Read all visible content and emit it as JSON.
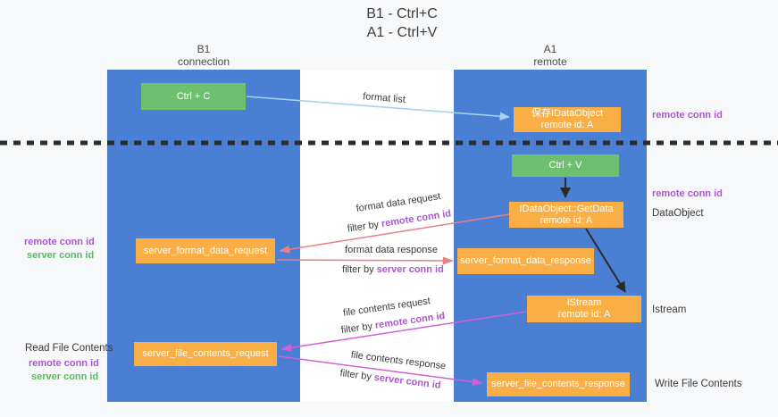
{
  "title": {
    "line1": "B1 - Ctrl+C",
    "line2": "A1 - Ctrl+V"
  },
  "columns": {
    "left": {
      "name": "B1",
      "sub": "connection"
    },
    "right": {
      "name": "A1",
      "sub": "remote"
    }
  },
  "nodes": {
    "ctrl_c": {
      "label": "Ctrl + C"
    },
    "ctrl_v": {
      "label": "Ctrl + V"
    },
    "save_dataobject": {
      "line1": "保存IDataObject",
      "line2": "remote id: A"
    },
    "getdata": {
      "line1": "IDataObject::GetData",
      "line2": "remote id: A"
    },
    "istream": {
      "line1": "IStream",
      "line2": "remote id: A"
    },
    "format_request": {
      "label": "server_format_data_request"
    },
    "format_response": {
      "label": "server_format_data_response"
    },
    "file_request": {
      "label": "server_file_contents_request"
    },
    "file_response": {
      "label": "server_file_contents_response"
    }
  },
  "edge_labels": {
    "format_list": "format list",
    "format_data_request": "format data request",
    "format_data_response": "format data response",
    "file_contents_request": "file contents request",
    "file_contents_response": "file contents response",
    "filter_by": "filter by",
    "remote_conn_id": "remote conn id",
    "server_conn_id": "server conn id"
  },
  "side_labels": {
    "remote_conn_id": "remote conn id",
    "server_conn_id": "server conn id",
    "dataobject": "DataObject",
    "istream": "Istream",
    "read_file_contents": "Read File Contents",
    "write_file_contents": "Write File Contents"
  },
  "colors": {
    "lane_blue": "#4a7fd4",
    "box_green": "#6ec06e",
    "box_orange": "#f9af46",
    "label_purple": "#a957cf",
    "label_green": "#5bb95e",
    "arrow_red": "#e78186",
    "arrow_magenta": "#d35fd3",
    "arrow_blue": "#a6d2ee",
    "arrow_black": "#2a2a2a",
    "dash_line": "#2b2b2b"
  }
}
